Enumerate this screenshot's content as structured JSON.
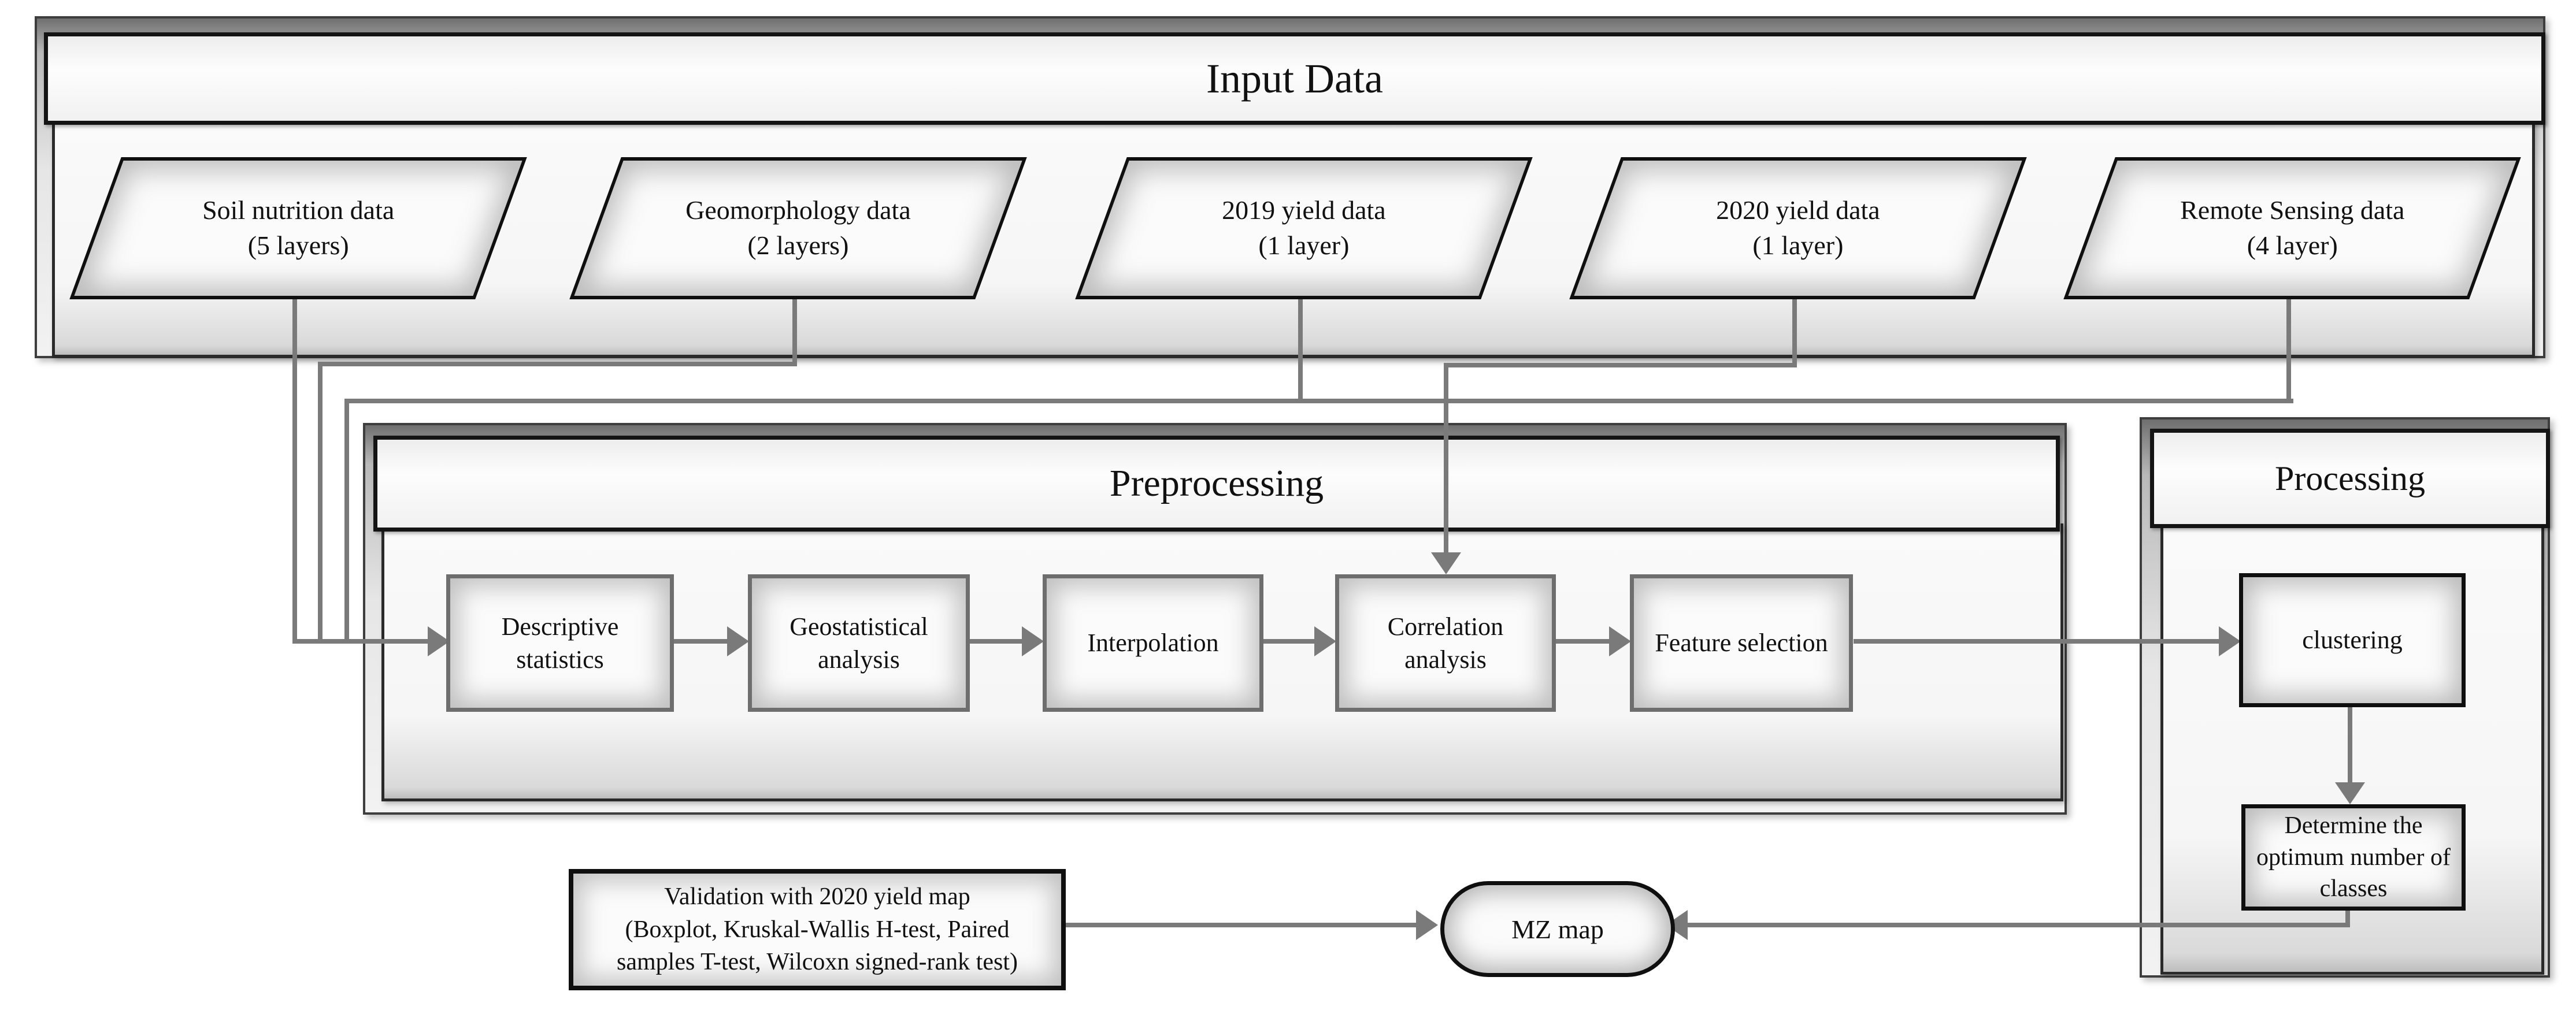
{
  "colors": {
    "connector": "#7a7a7a",
    "black_border": "#141414",
    "gray_border": "#6e6e6e",
    "panel_fill": "#f6f6f6"
  },
  "input": {
    "title": "Input Data",
    "nodes": [
      {
        "label": "Soil nutrition data",
        "sublabel": "(5 layers)"
      },
      {
        "label": "Geomorphology data",
        "sublabel": "(2 layers)"
      },
      {
        "label": "2019 yield data",
        "sublabel": "(1 layer)"
      },
      {
        "label": "2020 yield data",
        "sublabel": "(1 layer)"
      },
      {
        "label": "Remote Sensing data",
        "sublabel": "(4 layer)"
      }
    ]
  },
  "preprocessing": {
    "title": "Preprocessing",
    "steps": [
      {
        "label": "Descriptive statistics"
      },
      {
        "label": "Geostatistical analysis"
      },
      {
        "label": "Interpolation"
      },
      {
        "label": "Correlation analysis"
      },
      {
        "label": "Feature selection"
      }
    ]
  },
  "processing": {
    "title": "Processing",
    "steps": [
      {
        "label": "clustering"
      },
      {
        "label": "Determine the optimum number of classes"
      }
    ]
  },
  "validation": {
    "lines": [
      "Validation with 2020 yield map",
      "(Boxplot, Kruskal-Wallis H-test, Paired",
      "samples T-test, Wilcoxn signed-rank test)"
    ]
  },
  "output": {
    "label": "MZ map"
  }
}
